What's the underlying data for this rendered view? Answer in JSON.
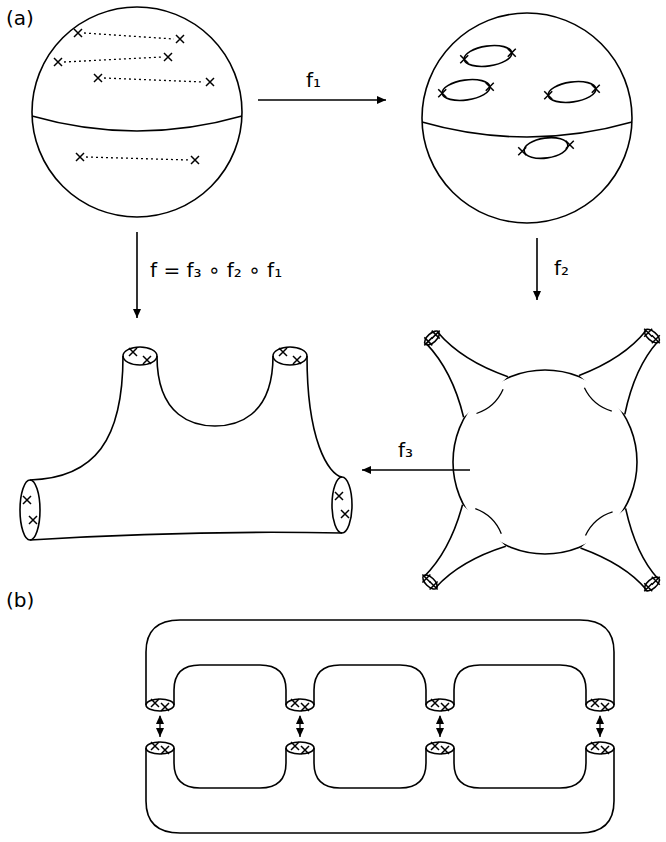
{
  "diagram": {
    "labels": [
      "(a)",
      "f₁",
      "f = f₃ ∘ f₂ ∘ f₁",
      "f₂",
      "f₃",
      "(b)"
    ]
  }
}
